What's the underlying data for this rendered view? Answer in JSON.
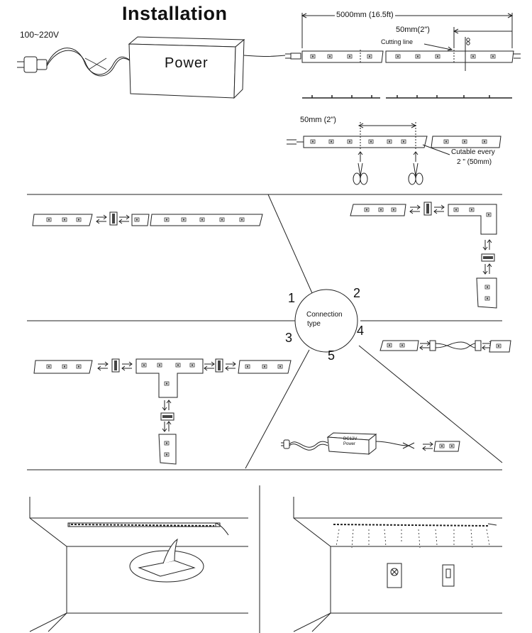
{
  "title": "Installation",
  "input_voltage": "100~220V",
  "power_label": "Power",
  "dimensions": {
    "total_length": "5000mm (16.5ft)",
    "segment_top": "50mm(2\")",
    "cutting_line": "Cutting line",
    "segment_mid": "50mm (2\")",
    "cutable_line1": "Cutable every",
    "cutable_line2": "2 \" (50mm)"
  },
  "connection": {
    "center_line1": "Connection",
    "center_line2": "type",
    "numbers": [
      "1",
      "2",
      "3",
      "4",
      "5"
    ]
  },
  "adapter": {
    "line1": "DC12V",
    "line2": "Power"
  }
}
